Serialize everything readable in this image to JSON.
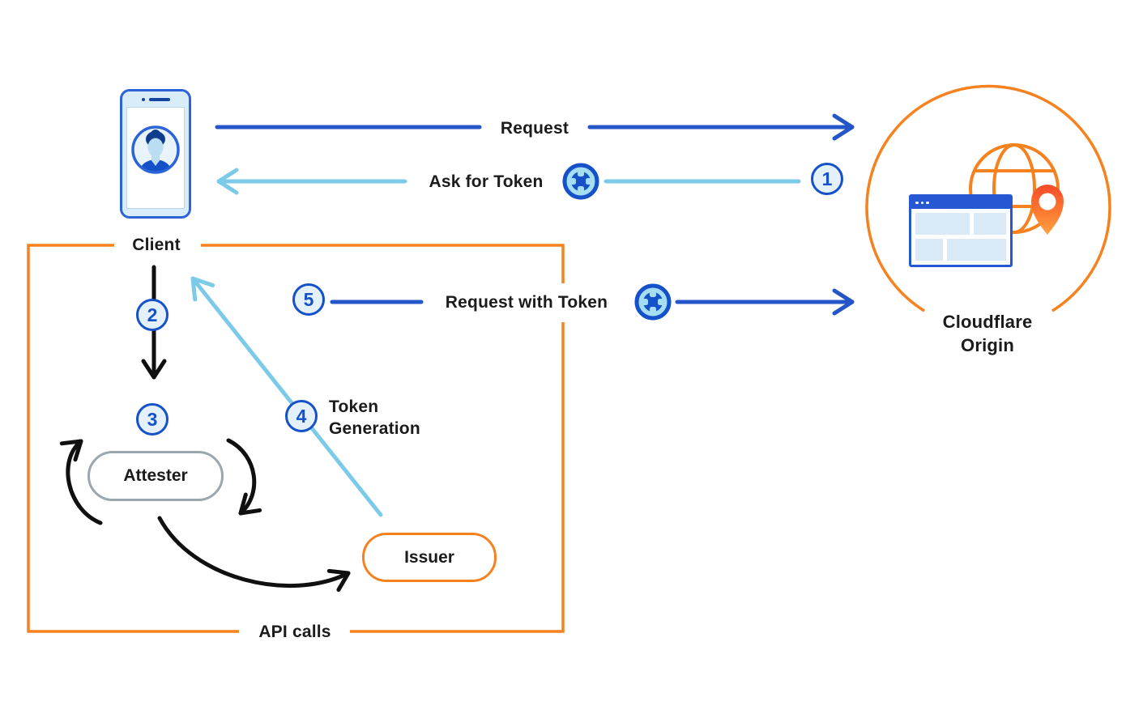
{
  "colors": {
    "arrow_blue": "#2456c7",
    "arrow_light_blue": "#7ccae8",
    "cloudflare_orange": "#f6821f",
    "badge_border": "#1551c9",
    "badge_fill": "#e4f1fb",
    "text": "#1b1b1b",
    "attester_border": "#9ba7ae",
    "phone_blue": "#2b63d9"
  },
  "client": {
    "label": "Client",
    "icon": "smartphone-user-icon"
  },
  "origin": {
    "label": "Cloudflare\nOrigin",
    "icons": [
      "globe-icon",
      "browser-window-icon",
      "location-pin-icon"
    ]
  },
  "api_box": {
    "label": "API calls"
  },
  "nodes": {
    "attester": {
      "label": "Attester"
    },
    "issuer": {
      "label": "Issuer"
    }
  },
  "flows": {
    "request": {
      "label": "Request"
    },
    "ask_for_token": {
      "label": "Ask for Token",
      "step": "1",
      "icon": "token-icon"
    },
    "client_to_attester": {
      "step": "2"
    },
    "attestation": {
      "step": "3"
    },
    "token_generation": {
      "label": "Token\nGeneration",
      "step": "4"
    },
    "request_with_token": {
      "label": "Request with Token",
      "step": "5",
      "icon": "token-icon"
    }
  }
}
